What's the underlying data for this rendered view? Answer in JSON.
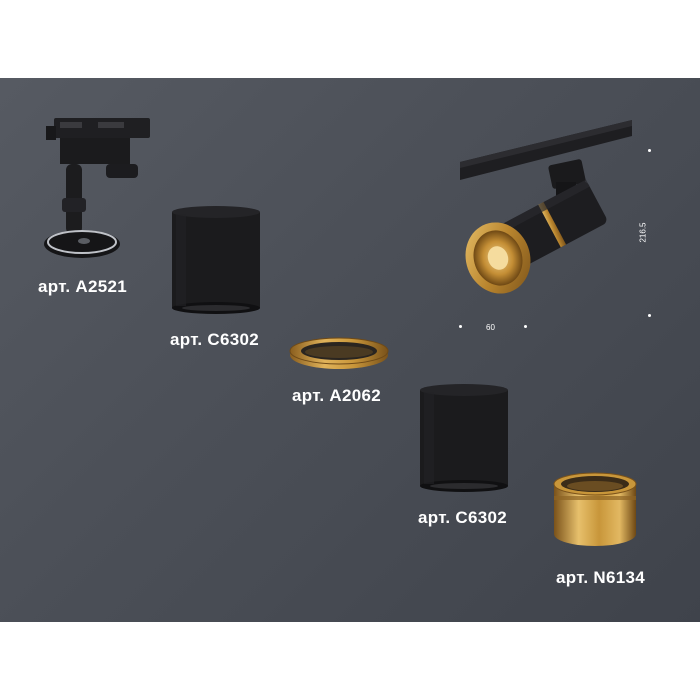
{
  "products": [
    {
      "label": "арт. A2521",
      "icon": "track-adapter-mount"
    },
    {
      "label": "арт. C6302",
      "icon": "black-cylinder-housing"
    },
    {
      "label": "арт. A2062",
      "icon": "gold-ring"
    },
    {
      "label": "арт. C6302",
      "icon": "black-cylinder-housing"
    },
    {
      "label": "арт. N6134",
      "icon": "gold-ring-nozzle"
    }
  ],
  "assembled": {
    "icon": "track-spotlight-assembled"
  },
  "dimensions": {
    "width": "60",
    "height": "216.5"
  },
  "colors": {
    "background": "#4b4f57",
    "black": "#1c1c1e",
    "gold": "#c8963a"
  }
}
